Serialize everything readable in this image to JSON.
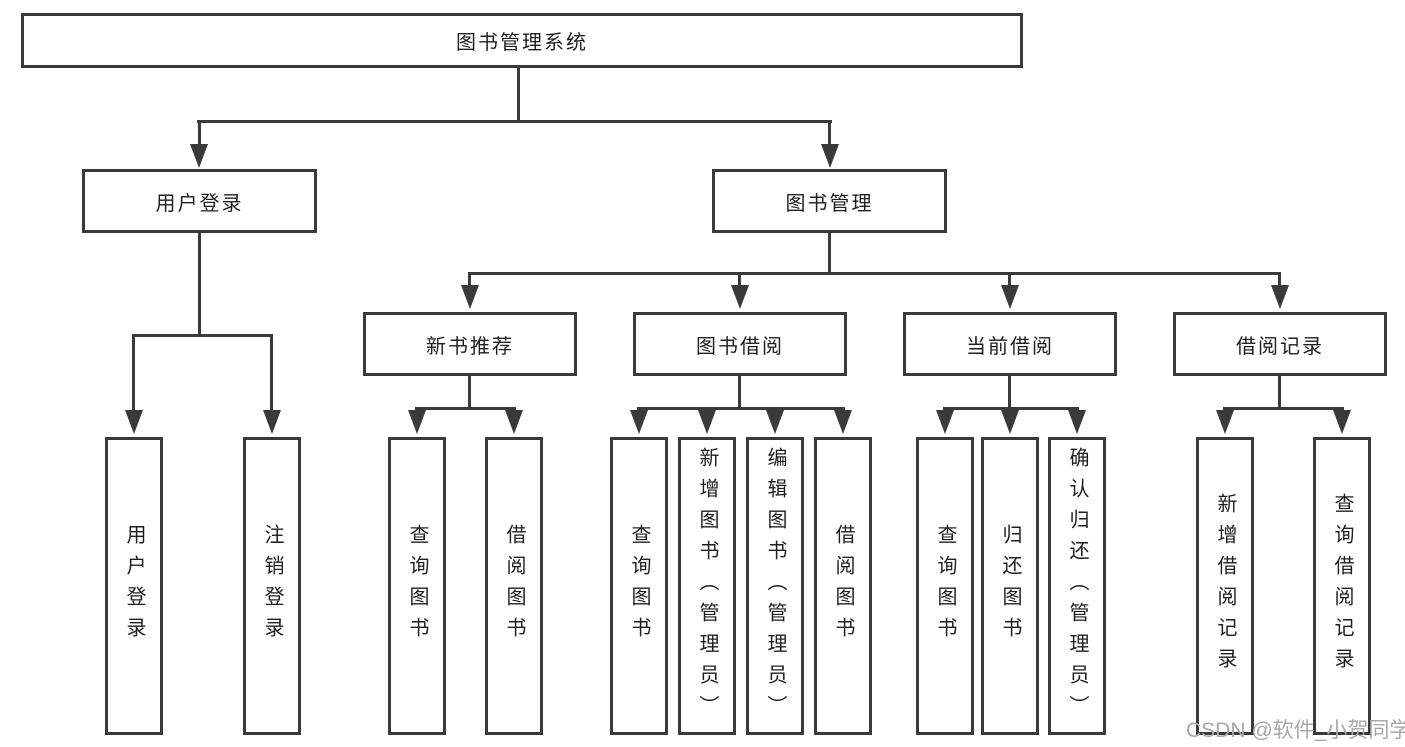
{
  "tree": {
    "root_label": "图书管理系统",
    "login": {
      "label": "用户登录",
      "children": [
        "用户登录",
        "注销登录"
      ]
    },
    "management": {
      "label": "图书管理",
      "groups": [
        {
          "label": "新书推荐",
          "children": [
            "查询图书",
            "借阅图书"
          ]
        },
        {
          "label": "图书借阅",
          "children": [
            "查询图书",
            "新增图书（管理员）",
            "编辑图书（管理员）",
            "借阅图书"
          ]
        },
        {
          "label": "当前借阅",
          "children": [
            "查询图书",
            "归还图书",
            "确认归还（管理员）"
          ]
        },
        {
          "label": "借阅记录",
          "children": [
            "新增借阅记录",
            "查询借阅记录"
          ]
        }
      ]
    }
  },
  "watermark": {
    "text": "CSDN @软件_小贺同学"
  },
  "colors": {
    "line": "#3a3a3a",
    "text": "#1f1f1f",
    "watermark": "#a8a8a8",
    "background": "#ffffff"
  }
}
